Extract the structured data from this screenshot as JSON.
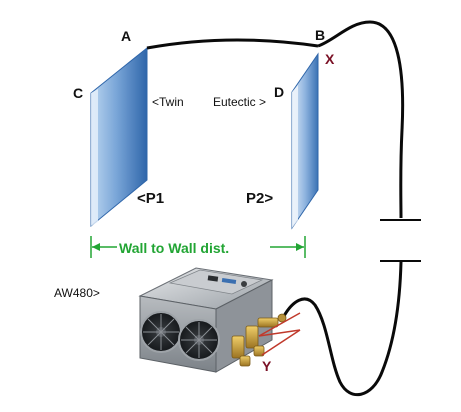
{
  "labels": {
    "a": "A",
    "b": "B",
    "c": "C",
    "d": "D",
    "x": "X",
    "y": "Y",
    "twin": "<Twin",
    "eutectic": "Eutectic >",
    "p1": "<P1",
    "p2": "P2>",
    "distance": "Wall to Wall dist.",
    "unit": "AW480>"
  },
  "colors": {
    "wall_face": "#2f66aa",
    "wall_edge": "#bcd6f0",
    "cable": "#0a0a0a",
    "distance": "#22a534",
    "marker": "#7a1025",
    "connector": "#c0392b",
    "text": "#111111"
  },
  "icons": {
    "unit": "aw480-device-icon",
    "capacitor": "capacitor-symbol-icon"
  }
}
